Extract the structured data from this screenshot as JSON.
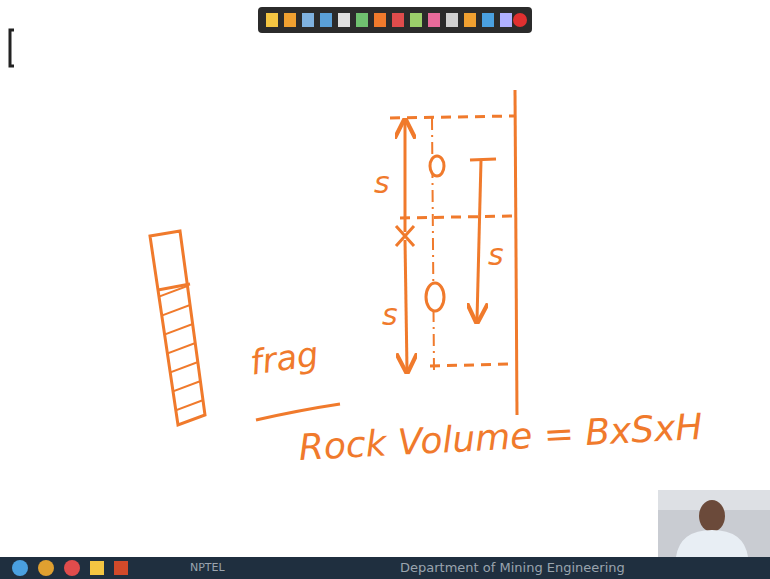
{
  "diagram": {
    "labels": [
      "s",
      "s",
      "s",
      "frag",
      "Rock Volume = BxSxH",
      "NPTEL",
      "Department of Mining Engineering"
    ]
  }
}
